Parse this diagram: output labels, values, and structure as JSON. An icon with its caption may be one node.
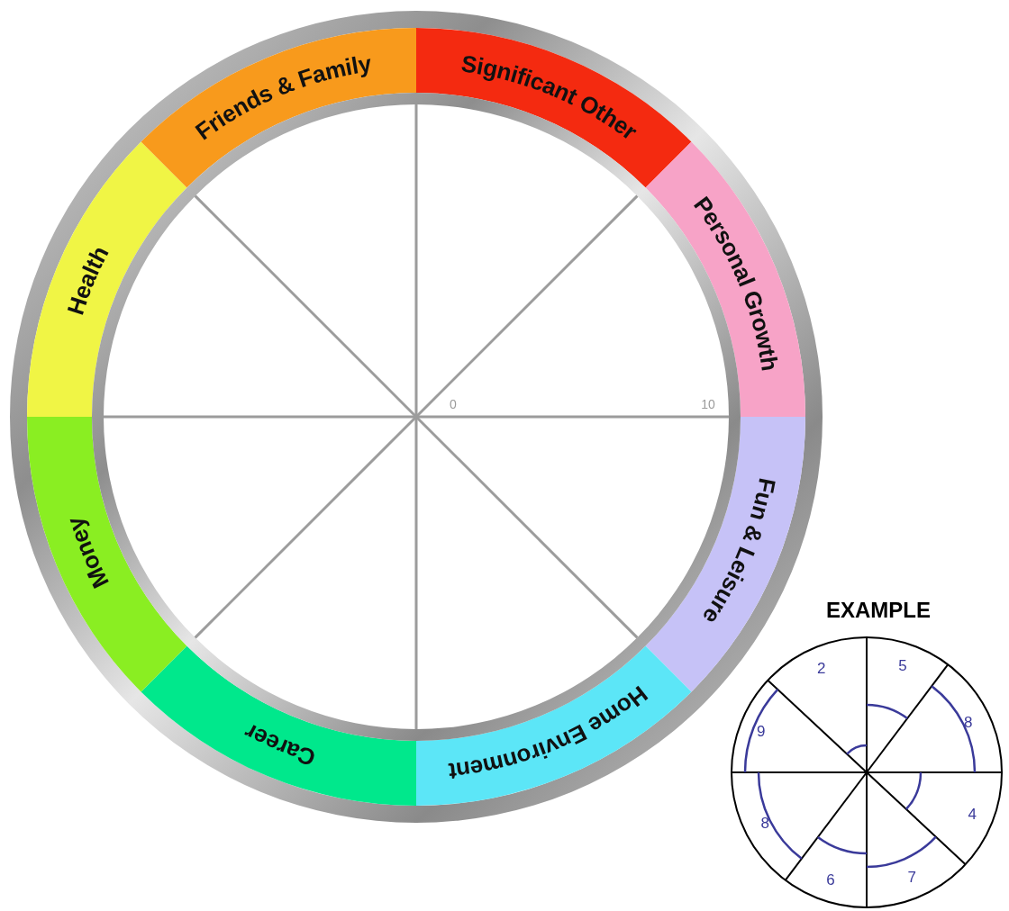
{
  "diagram": {
    "nodes": [
      {
        "text": [
          "Significant Other"
        ]
      },
      {
        "text": [
          "Personal Growth"
        ]
      },
      {
        "text": [
          "Fun & Leisure"
        ]
      },
      {
        "text": [
          "Home Environment"
        ]
      },
      {
        "text": [
          "Career"
        ]
      },
      {
        "text": [
          "Money"
        ]
      },
      {
        "text": [
          "Health"
        ]
      },
      {
        "text": [
          "Friends & Family"
        ]
      }
    ],
    "labels": [
      "0",
      "10",
      "EXAMPLE",
      "5",
      "8",
      "4",
      "7",
      "6",
      "8",
      "9",
      "2"
    ]
  }
}
